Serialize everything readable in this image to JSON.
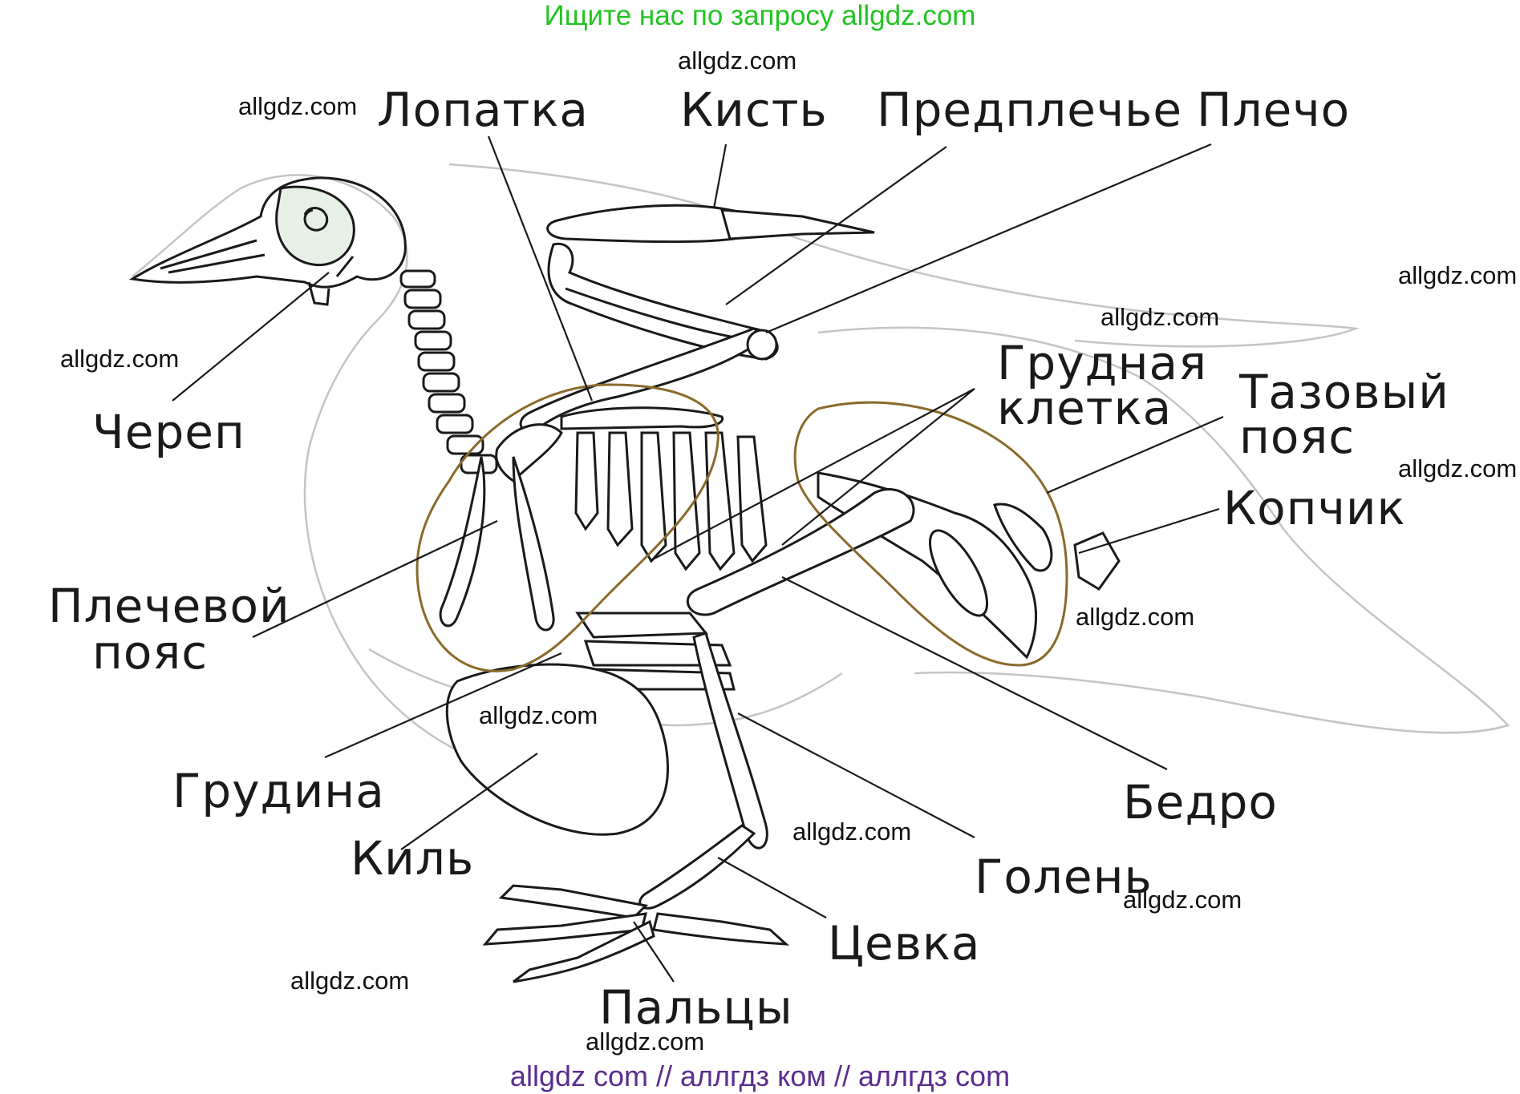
{
  "banner_top": {
    "text": "Ищите нас по запросу allgdz.com",
    "color": "#22c422"
  },
  "banner_bottom": {
    "text": "allgdz com  //  аллгдз ком  //  аллгдз com",
    "color": "#5b2d8e"
  },
  "watermark": "allgdz.com",
  "labels": {
    "lopatka": "Лопатка",
    "kist": "Кисть",
    "predplechye": "Предплечье",
    "plecho": "Плечо",
    "cherep": "Череп",
    "grudnaya_1": "Грудная",
    "grudnaya_2": "клетка",
    "tazovy_1": "Тазовый",
    "tazovy_2": "пояс",
    "kopchik": "Копчик",
    "plechevoy_1": "Плечевой",
    "plechevoy_2": "пояс",
    "grudina": "Грудина",
    "kil": "Киль",
    "bedro": "Бедро",
    "golen": "Голень",
    "tsevka": "Цевка",
    "paltsy": "Пальцы"
  },
  "colors": {
    "bone_line": "#1a1a1a",
    "silhouette": "#bdbdbd",
    "girdle_outline": "#8a6a2a",
    "skull_tint": "#e6f0e6"
  }
}
